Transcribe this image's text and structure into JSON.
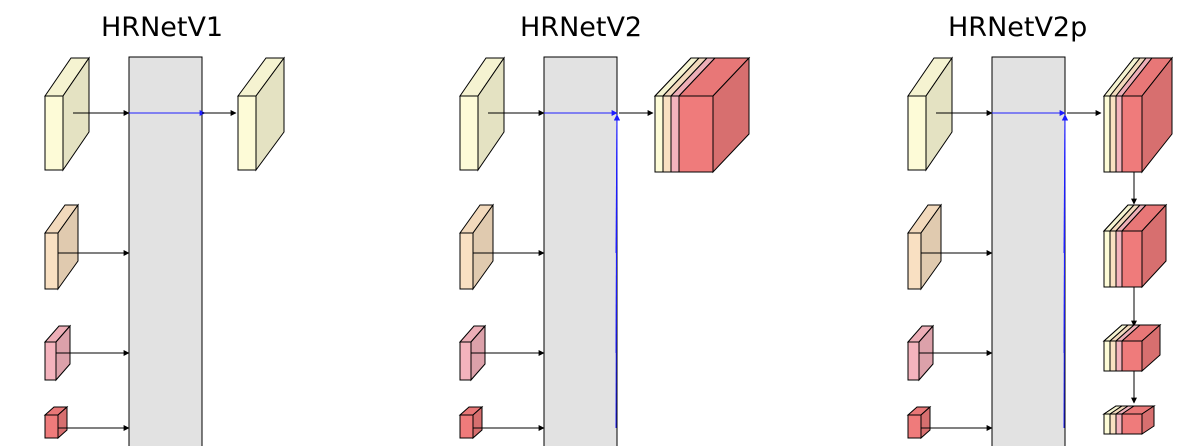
{
  "panels": [
    {
      "title": "HRNetV1",
      "variant": "v1"
    },
    {
      "title": "HRNetV2",
      "variant": "v2"
    },
    {
      "title": "HRNetV2p",
      "variant": "v2p"
    }
  ],
  "colors": {
    "stream_1": "#fdfbd7",
    "stream_2": "#f9e0c2",
    "stream_3": "#f4b3bd",
    "stream_4": "#ef7b7b",
    "fusion_block": "#e2e2e2",
    "connection": "#1d1dff",
    "arrow": "#000000"
  }
}
